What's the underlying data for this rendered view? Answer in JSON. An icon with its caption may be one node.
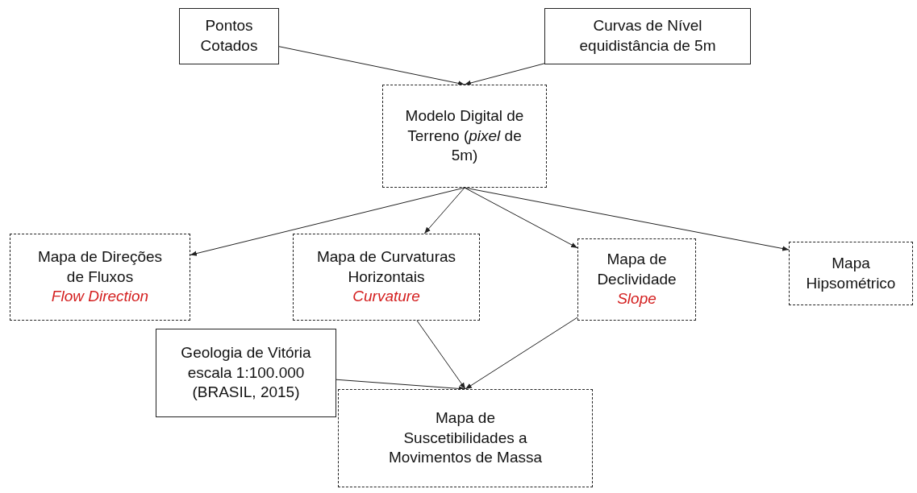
{
  "diagram": {
    "nodes": [
      {
        "text": [
          "Pontos Cotados"
        ]
      },
      {
        "text": [
          "Curvas de Nível equidistância de 5m"
        ]
      },
      {
        "text": [
          "Modelo Digital de Terreno (*pixel* de 5m)"
        ]
      },
      {
        "text": [
          "Mapa de Direções de Fluxos",
          "Flow Direction"
        ]
      },
      {
        "text": [
          "Mapa de Curvaturas Horizontais",
          "Curvature"
        ]
      },
      {
        "text": [
          "Mapa de Declividade",
          "Slope"
        ]
      },
      {
        "text": [
          "Mapa Hipsométrico"
        ]
      },
      {
        "text": [
          "Geologia de Vitória escala 1:100.000 (BRASIL, 2015)"
        ]
      },
      {
        "text": [
          "Mapa de Suscetibilidades a Movimentos de Massa"
        ]
      }
    ],
    "edges": [
      {
        "from": 0,
        "to": 2,
        "arrow": "to"
      },
      {
        "from": 1,
        "to": 2,
        "arrow": "to"
      },
      {
        "from": 2,
        "to": 3,
        "arrow": "to"
      },
      {
        "from": 2,
        "to": 4,
        "arrow": "to"
      },
      {
        "from": 2,
        "to": 5,
        "arrow": "to"
      },
      {
        "from": 2,
        "to": 6,
        "arrow": "to"
      },
      {
        "from": 4,
        "to": 8,
        "arrow": "to"
      },
      {
        "from": 5,
        "to": 8,
        "arrow": "to"
      },
      {
        "from": 7,
        "to": 8,
        "arrow": "to"
      }
    ]
  }
}
